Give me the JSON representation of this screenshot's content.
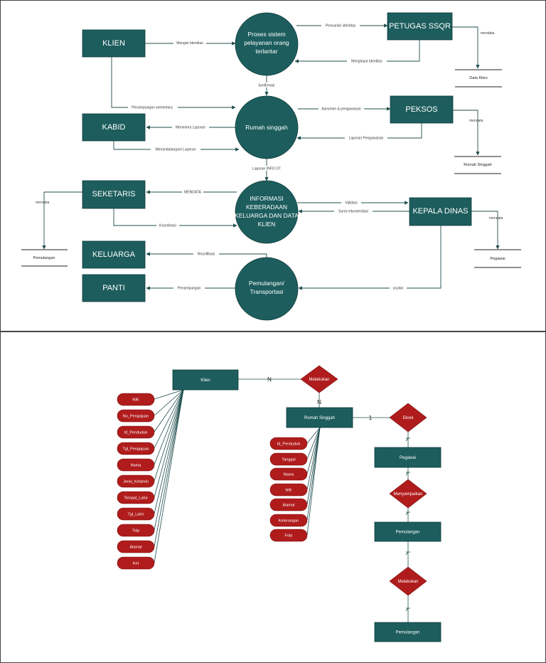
{
  "dfd": {
    "entities": {
      "klien": "KLIEN",
      "petugas": "PETUGAS SSQR",
      "kabid": "KABID",
      "peksos": "PEKSOS",
      "seketaris": "SEKETARIS",
      "kepala_dinas": "KEPALA DINAS",
      "keluarga": "KELUARGA",
      "panti": "PANTI"
    },
    "processes": {
      "p1": [
        "Proses sistem",
        "pelayanan orang",
        "terlantar"
      ],
      "p2": [
        "Rumah singgah"
      ],
      "p3": [
        "INFORMASI",
        "KEBERADAAN",
        "KELUARGA DAN DATA",
        "KLIEN"
      ],
      "p4": [
        "Pemulangan/",
        "Transportasi"
      ]
    },
    "flows": {
      "mengisi_identitas": "Mengisi Identitas",
      "pencarian_identitas": "Pencarian identitas",
      "menginput_identitas": "Menginput Identitas",
      "penampungan_sementara": "Penampungan sementara",
      "konfirmasi": "konfirmasi",
      "asesmen": "Asesmen & pengawasan",
      "laporan_pengawasan": "Laporan Pengawasan",
      "menerima_laporan": "Menerima Laporan",
      "menandatangani_laporan": "Menandatangani Laporan",
      "laporan_info_ot": "Laporan INFO OT",
      "mendata": "MENDATA",
      "koordinasi": "Koordinasi",
      "validasi": "Validasi",
      "surat_rekomendasi": "Surat rekomendasi",
      "reunifikasi": "Reunifikasi",
      "penampungan": "Penampungan",
      "usulan": "usulan"
    },
    "store_labels": {
      "mendata": "mendata"
    },
    "stores": {
      "data_klien": "Data Klien",
      "rumah_singgah": "Rumah Singgah",
      "pemulangan": "Pemulangan",
      "pegawai": "Pegawai"
    }
  },
  "erd": {
    "entities": {
      "klien": "Klien",
      "rumah_singgah": "Rumah Singgah",
      "pegawai": "Pegawai",
      "pemulangan1": "Pemulangan",
      "pemulangan2": "Pemulangan"
    },
    "relations": {
      "melakukan1": "Melakukan",
      "dicek": "Dicek",
      "menyampaikan": "Menyampaikan",
      "melakukan2": "Melakukan"
    },
    "cardinality": {
      "klien_to_melakukan": "N",
      "melakukan_to_rs": "N",
      "rs_to_dicek": "1"
    },
    "klien_attributes": [
      "NIK",
      "No_Pengajuan",
      "Id_Penduduk",
      "Tgl_Pengajuan",
      "Nama",
      "Jenis_Kelamin",
      "Tempat_Lahir",
      "Tgl_Lahir",
      "Telp",
      "Alamat",
      "Ket"
    ],
    "rs_attributes": [
      "Id_Penduduk",
      "Tanggal",
      "Nama",
      "NIK",
      "Alamat",
      "Keterangan",
      "Foto"
    ]
  }
}
